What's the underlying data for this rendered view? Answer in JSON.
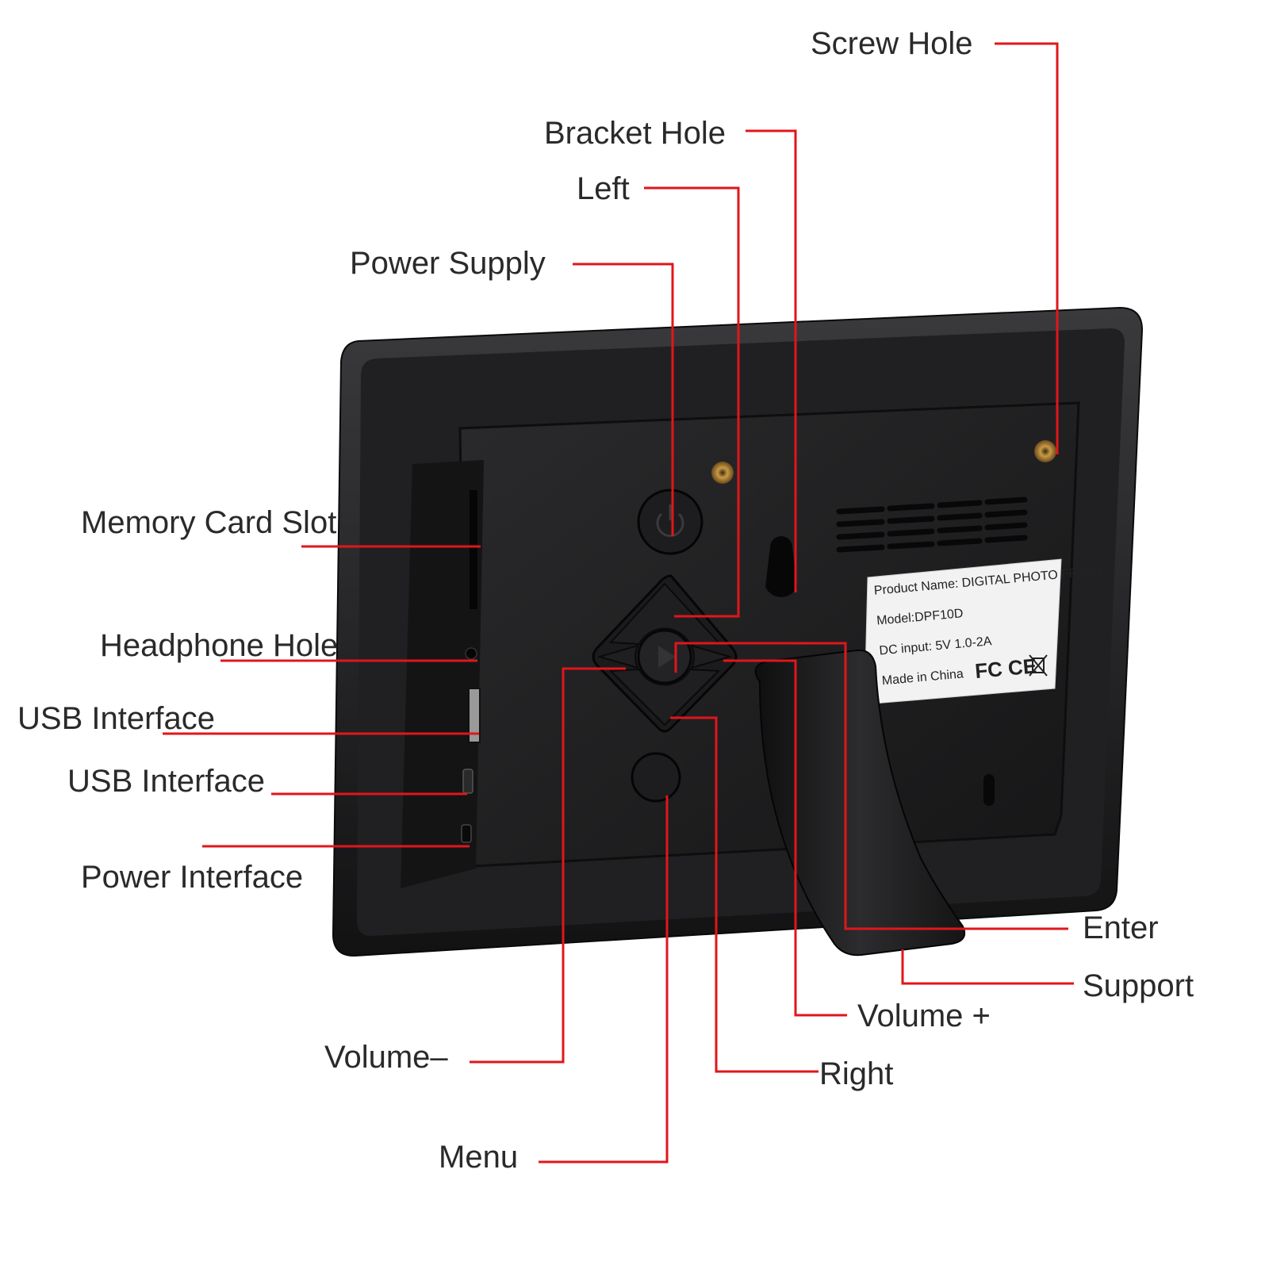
{
  "callouts": {
    "screw_hole": "Screw Hole",
    "bracket_hole": "Bracket Hole",
    "left": "Left",
    "power_supply": "Power Supply",
    "memory_card_slot": "Memory Card Slot",
    "headphone_hole": "Headphone Hole",
    "usb_interface_1": "USB Interface",
    "usb_interface_2": "USB Interface",
    "power_interface": "Power Interface",
    "enter": "Enter",
    "support": "Support",
    "volume_plus": "Volume +",
    "right": "Right",
    "volume_minus": "Volume–",
    "menu": "Menu"
  },
  "label_sticker": {
    "product_name": "Product Name: DIGITAL PHOTO FRAME",
    "model": "Model:DPF10D",
    "dc_input": "DC input: 5V 1.0-2A",
    "made_in": "Made in China",
    "cert_marks": "FC CE"
  },
  "colors": {
    "leader_line": "#e0161b",
    "device_body": "#1c1c1e",
    "label_text": "#2a2a2a"
  }
}
